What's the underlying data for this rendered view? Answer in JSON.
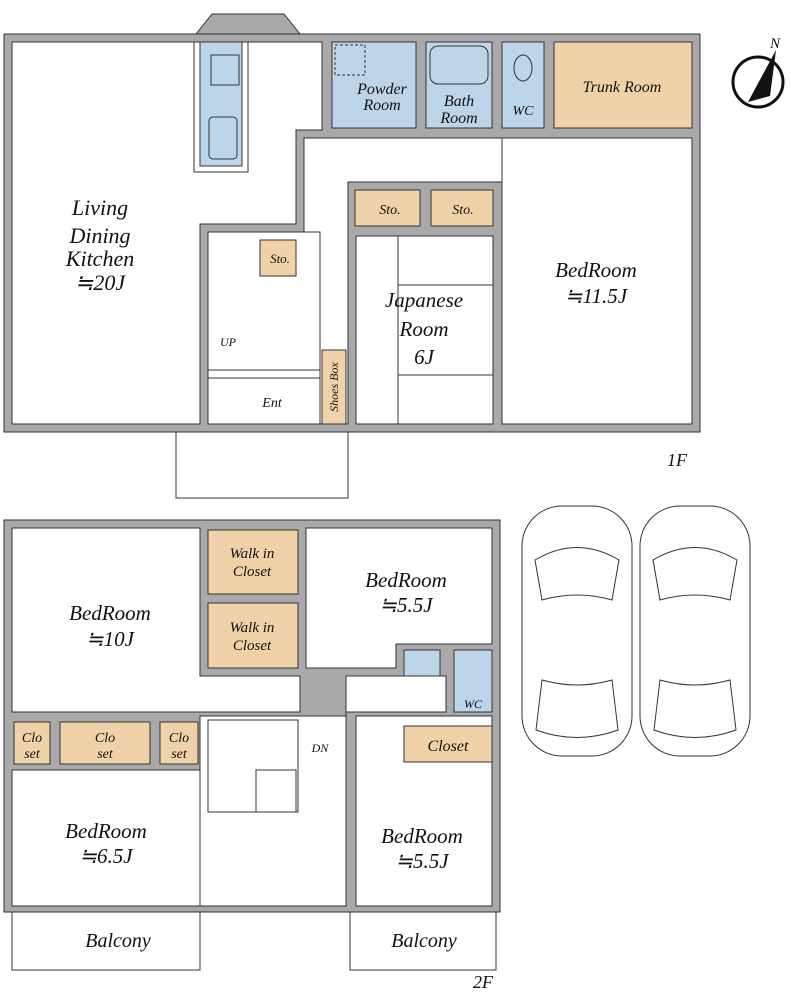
{
  "floor1": {
    "label": "1F",
    "rooms": {
      "ldk": [
        "Living",
        "Dining",
        "Kitchen",
        "≒20J"
      ],
      "powder": [
        "Powder",
        "Room"
      ],
      "bath": [
        "Bath",
        "Room"
      ],
      "wc": "WC",
      "trunk": "Trunk Room",
      "sto_stairs": "Sto.",
      "sto1": "Sto.",
      "sto2": "Sto.",
      "japanese": [
        "Japanese",
        "Room",
        "6J"
      ],
      "bedroom": [
        "BedRoom",
        "≒11.5J"
      ],
      "up": "UP",
      "ent": "Ent",
      "shoes": "Shoes Box"
    }
  },
  "floor2": {
    "label": "2F",
    "rooms": {
      "bed10": [
        "BedRoom",
        "≒10J"
      ],
      "wic1": [
        "Walk in",
        "Closet"
      ],
      "wic2": [
        "Walk in",
        "Closet"
      ],
      "bed55a": [
        "BedRoom",
        "≒5.5J"
      ],
      "wc": "WC",
      "clo1": [
        "Clo",
        "set"
      ],
      "clo2": [
        "Clo",
        "set"
      ],
      "clo3": [
        "Clo",
        "set"
      ],
      "dn": "DN",
      "closet": "Closet",
      "bed65": [
        "BedRoom",
        "≒6.5J"
      ],
      "bed55b": [
        "BedRoom",
        "≒5.5J"
      ],
      "balcony1": "Balcony",
      "balcony2": "Balcony"
    }
  },
  "compass": "N",
  "colors": {
    "wall": "#a9a8ab",
    "wet": "#bcd5e8",
    "storage": "#f0d2a8"
  }
}
